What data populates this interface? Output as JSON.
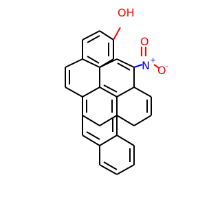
{
  "molecule": {
    "labels": {
      "hydroxyl": "OH",
      "nitrogen": "N",
      "nitrogen_charge": "+",
      "oxygen_top": "O",
      "oxygen_right": "O",
      "oxygen_right_charge": "-"
    },
    "colors": {
      "bond": "#000000",
      "oxygen": "#ff0000",
      "nitrogen": "#0000ff"
    }
  }
}
